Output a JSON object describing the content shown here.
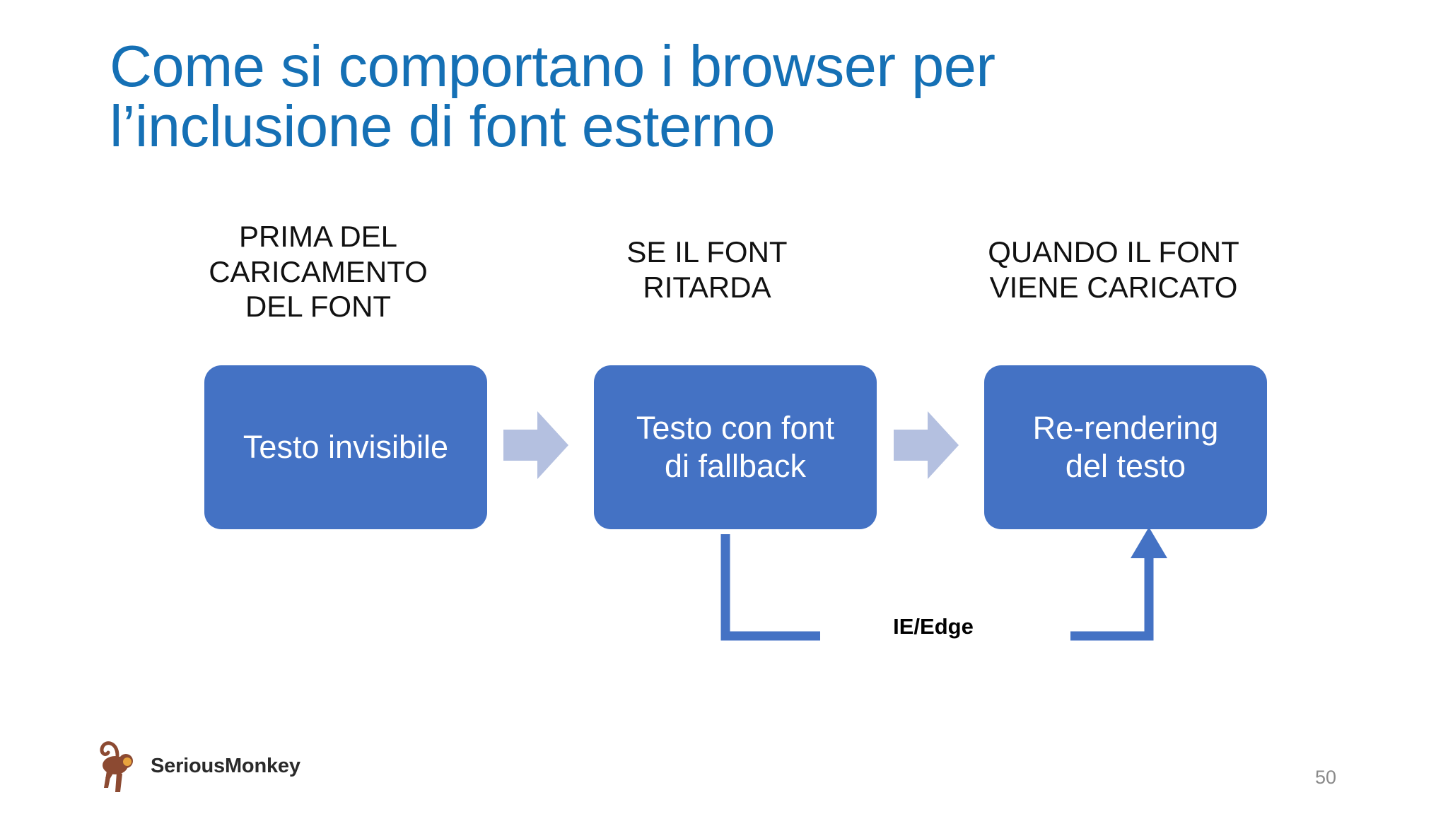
{
  "slide": {
    "page_number": "50",
    "background_color": "#FFFFFF"
  },
  "title": {
    "line1": "Come si comportano i browser per",
    "line2": "l’inclusione di font esterno",
    "color": "#1570B5"
  },
  "diagram": {
    "columns": [
      {
        "heading_line1": "PRIMA DEL",
        "heading_line2": "CARICAMENTO",
        "heading_line3": "DEL FONT",
        "box_line1": "Testo invisibile",
        "box_line2": ""
      },
      {
        "heading_line1": "SE IL FONT",
        "heading_line2": "RITARDA",
        "heading_line3": "",
        "box_line1": "Testo con font",
        "box_line2": "di fallback"
      },
      {
        "heading_line1": "QUANDO IL FONT",
        "heading_line2": "VIENE CARICATO",
        "heading_line3": "",
        "box_line1": "Re-rendering",
        "box_line2": "del testo"
      }
    ],
    "box_color": "#4472C4",
    "box_text_color": "#FFFFFF",
    "arrow_color": "#B4C0E0",
    "connector_color": "#4472C4",
    "connector_label": "IE/Edge"
  },
  "footer": {
    "brand": "SeriousMonkey",
    "brand_color": "#2A2A2A"
  }
}
